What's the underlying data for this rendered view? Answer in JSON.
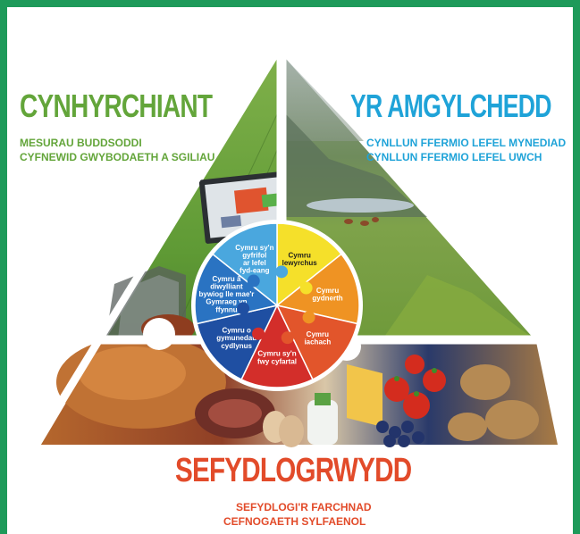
{
  "pillars": {
    "productivity": {
      "title": "CYNHYRCHIANT",
      "items": [
        "MESURAU BUDDSODDI",
        "CYFNEWID GWYBODAETH A SGILIAU"
      ],
      "color": "#63a53a"
    },
    "environment": {
      "title": "YR AMGYLCHEDD",
      "items": [
        "CYNLLUN FFERMIO LEFEL MYNEDIAD",
        "CYNLLUN FFERMIO LEFEL UWCH"
      ],
      "color": "#1fa3d8"
    },
    "resilience": {
      "title": "SEFYDLOGRWYDD",
      "items": [
        "SEFYDLOGI'R FARCHNAD",
        "CEFNOGAETH SYLFAENOL"
      ],
      "color": "#e24b2a"
    }
  },
  "wheel": {
    "segments": [
      {
        "lines": [
          "Cymru",
          "lewyrchus"
        ],
        "color": "#f5e02a",
        "text_color": "dark"
      },
      {
        "lines": [
          "Cymru",
          "gydnerth"
        ],
        "color": "#ef9323",
        "text_color": "light"
      },
      {
        "lines": [
          "Cymru",
          "iachach"
        ],
        "color": "#e2552b",
        "text_color": "light"
      },
      {
        "lines": [
          "Cymru sy'n",
          "fwy cyfartal"
        ],
        "color": "#d32e2a",
        "text_color": "light"
      },
      {
        "lines": [
          "Cymru o",
          "gymunedau",
          "cydlynus"
        ],
        "color": "#1f4fa2",
        "text_color": "light"
      },
      {
        "lines": [
          "Cymru â",
          "diwylliant",
          "bywiog lle mae'r",
          "Gymraeg yn",
          "ffynnu"
        ],
        "color": "#2a73c2",
        "text_color": "light"
      },
      {
        "lines": [
          "Cymru sy'n",
          "gyfrifol",
          "ar lefel",
          "fyd-eang"
        ],
        "color": "#4aa7de",
        "text_color": "light"
      }
    ]
  }
}
